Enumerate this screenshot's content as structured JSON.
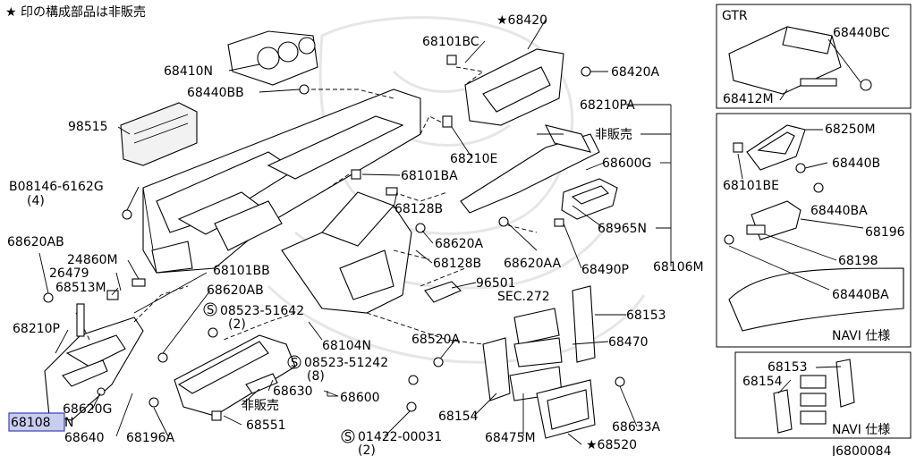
{
  "header_note": "★ 印の構成部品は非販売",
  "diagram_code": "J6800084",
  "highlighted_part": "68108",
  "labels": {
    "p68410N": "68410N",
    "p68440BB": "68440BB",
    "p98515": "98515",
    "p08146_6162G": "B08146-6162G",
    "p08146_qty": "(4)",
    "p68620AB_l": "68620AB",
    "p24860M": "24860M",
    "p26479": "26479",
    "p68513M": "68513M",
    "p68210P": "68210P",
    "p68620G": "68620G",
    "p68108_suffix": "N",
    "p68640": "68640",
    "p68196A": "68196A",
    "p68101BB": "68101BB",
    "p68620AB_c": "68620AB",
    "p08523_51642": "08523-51642",
    "p08523_51642_qty": "(2)",
    "p68104N": "68104N",
    "p08523_51242": "08523-51242",
    "p08523_51242_qty": "(8)",
    "p68630": "68630",
    "p68600": "68600",
    "p_hihanbai_b": "非販売",
    "p68551": "68551",
    "p68101BC": "68101BC",
    "p68420": "★68420",
    "p68420A": "68420A",
    "p68210PA": "68210PA",
    "p_hihanbai_a": "非販売",
    "p68210E": "68210E",
    "p68101BA": "68101BA",
    "p68600G": "68600G",
    "p68128B_1": "68128B",
    "p68620A": "68620A",
    "p68965N": "68965N",
    "p68128B_2": "68128B",
    "p68620AA": "68620AA",
    "p68490P": "68490P",
    "p68106M": "68106M",
    "p96501": "96501",
    "pSEC272": "SEC.272",
    "p68153_c": "68153",
    "p68520A": "68520A",
    "p68470": "68470",
    "p68154_c": "68154",
    "p68475M": "68475M",
    "p68633A": "68633A",
    "p68520": "★68520",
    "p01422_00031": "01422-00031",
    "p01422_qty": "(2)",
    "gtr_title": "GTR",
    "p68440BC": "68440BC",
    "p68412M": "68412M",
    "p68250M": "68250M",
    "p68101BE": "68101BE",
    "p68440B": "68440B",
    "p68440BA_1": "68440BA",
    "p68196": "68196",
    "p68198": "68198",
    "p68440BA_2": "68440BA",
    "navi_spec_1": "NAVI 仕様",
    "p68153_r": "68153",
    "p68154_r": "68154",
    "navi_spec_2": "NAVI 仕様"
  },
  "colors": {
    "highlight_fill": "#c9cdf0",
    "highlight_stroke": "#3b3fb0",
    "watermark": "#e6e6e6"
  }
}
